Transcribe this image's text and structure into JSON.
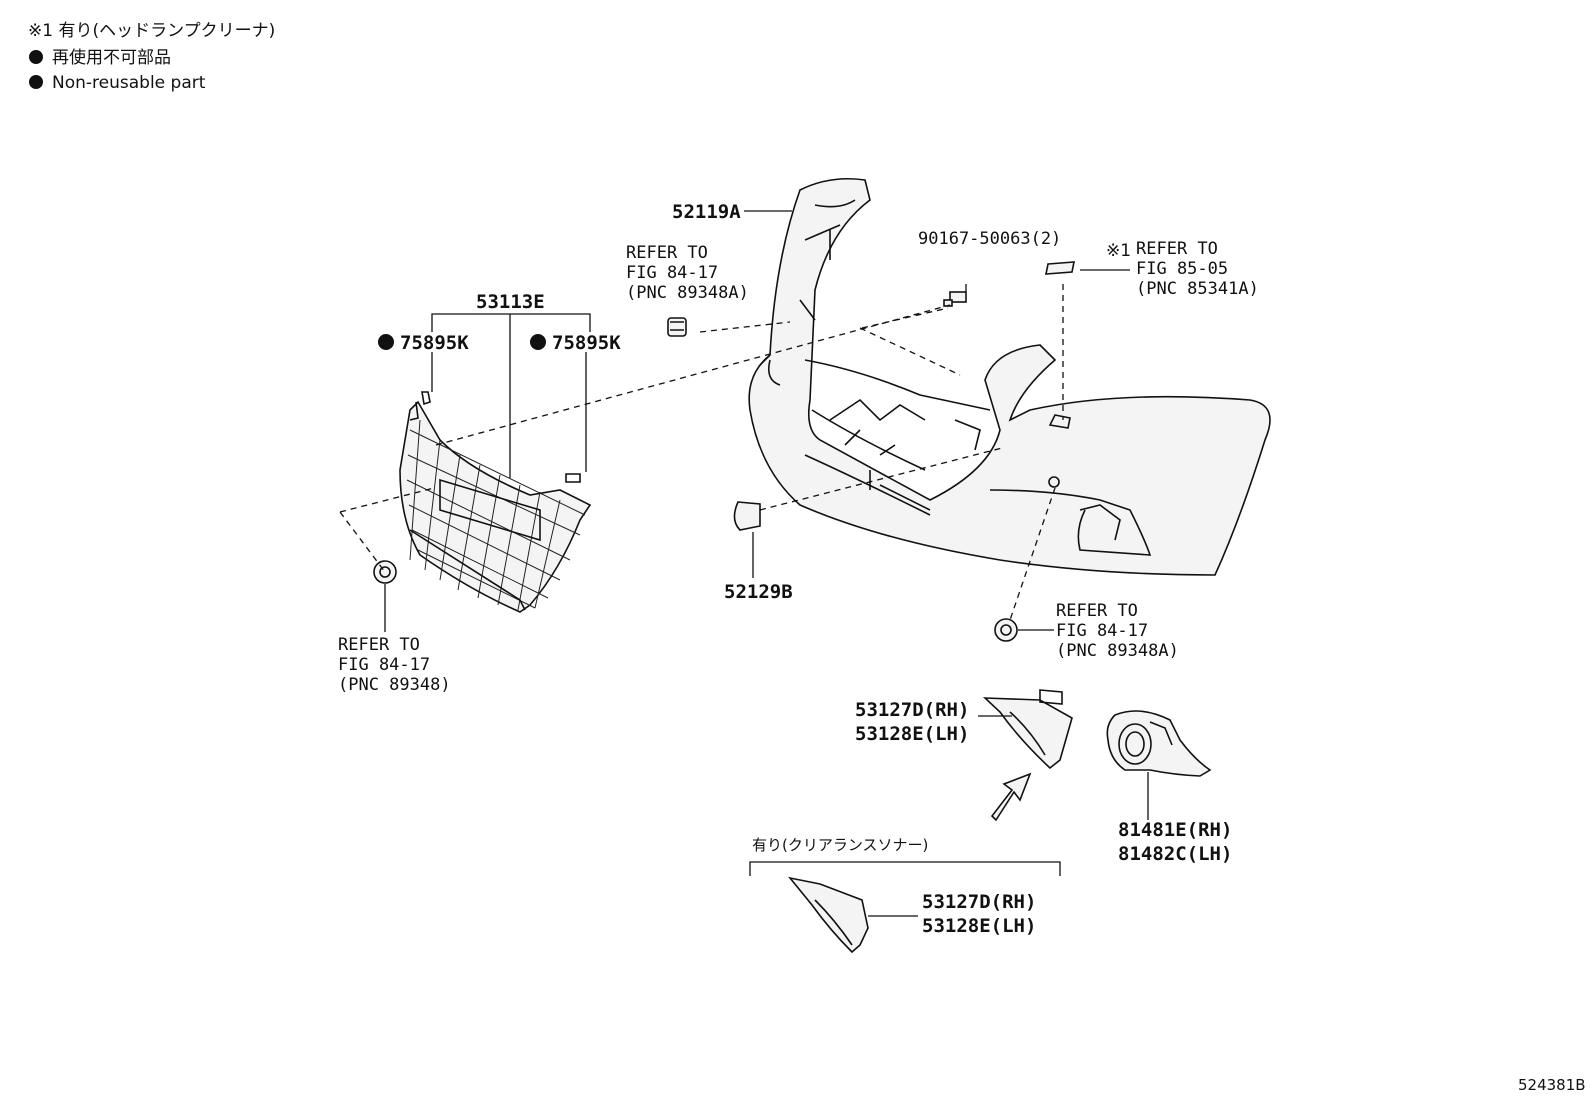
{
  "legend": {
    "note1": "※1 有り(ヘッドランプクリーナ)",
    "nonreusable_jp": "再使用不可部品",
    "nonreusable_en": "Non-reusable part"
  },
  "labels": {
    "p52119A": "52119A",
    "refer_a_1": "REFER TO",
    "refer_a_2": "FIG 84-17",
    "refer_a_3": "(PNC 89348A)",
    "p90167": "90167-50063(2)",
    "note_mark": "※1",
    "refer_b_1": "REFER TO",
    "refer_b_2": "FIG 85-05",
    "refer_b_3": "(PNC 85341A)",
    "p53113E": "53113E",
    "p75895K_left": "75895K",
    "p75895K_right": "75895K",
    "p52129B": "52129B",
    "refer_c_1": "REFER TO",
    "refer_c_2": "FIG 84-17",
    "refer_c_3": "(PNC 89348)",
    "refer_d_1": "REFER TO",
    "refer_d_2": "FIG 84-17",
    "refer_d_3": "(PNC 89348A)",
    "p53127D_a": "53127D(RH)",
    "p53128E_a": "53128E(LH)",
    "p81481E": "81481E(RH)",
    "p81482C": "81482C(LH)",
    "sonar_note": "有り(クリアランスソナー)",
    "p53127D_b": "53127D(RH)",
    "p53128E_b": "53128E(LH)",
    "figure_id": "524381B"
  }
}
